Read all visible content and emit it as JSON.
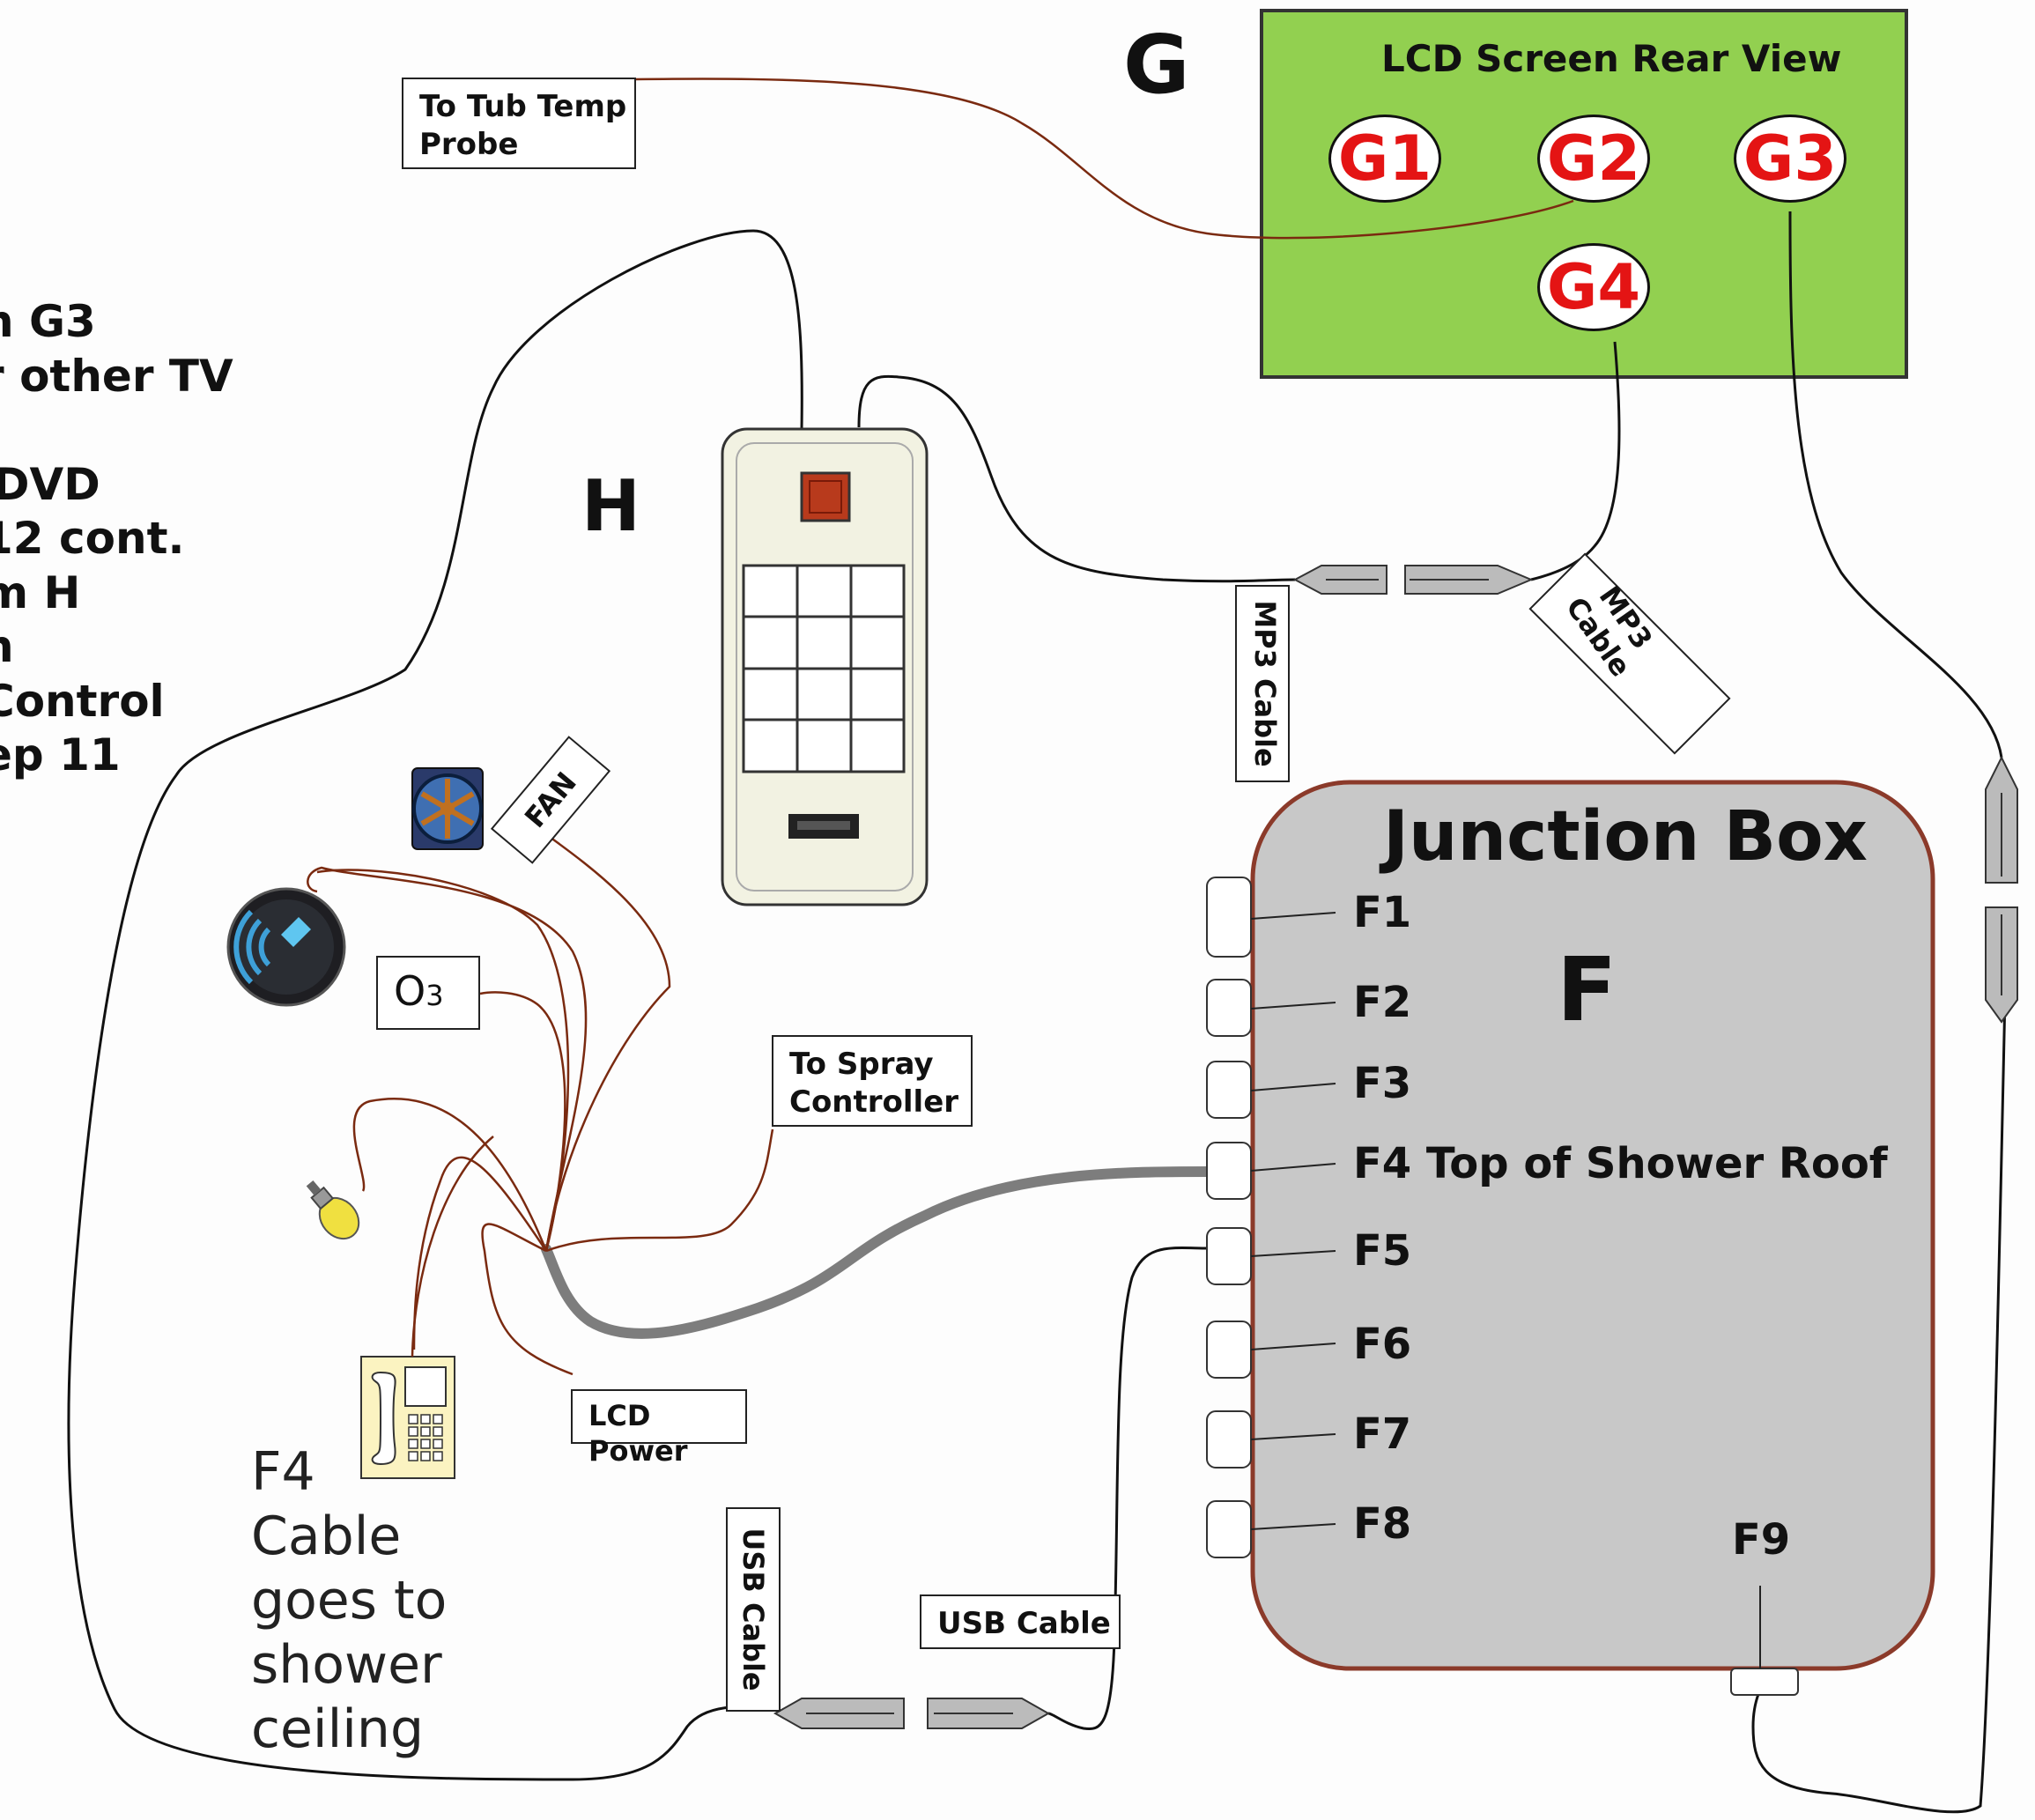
{
  "colors": {
    "lcd_fill": "#92d050",
    "junction_fill": "#c8c8c8",
    "junction_border": "#8b3a2a",
    "port_label_red": "#e41414",
    "wire_brown": "#7a2a10",
    "wire_black": "#111111",
    "cable_gray": "#808080"
  },
  "side_note": {
    "line1": "n G3",
    "line2": "r other TV",
    "line3": "",
    "line4": "DVD",
    "line5": "12 cont.",
    "line6": "m H",
    "line7": "n",
    "line8": "Control",
    "line9": "ep 11"
  },
  "lcd": {
    "section_letter": "G",
    "title": "LCD Screen Rear View",
    "ports": [
      "G1",
      "G2",
      "G3",
      "G4"
    ]
  },
  "controller": {
    "section_letter": "H",
    "keypad_rows": 4,
    "keypad_cols": 3
  },
  "junction": {
    "title": "Junction Box",
    "section_letter": "F",
    "ports": [
      "F1",
      "F2",
      "F3",
      "F4 Top of Shower Roof",
      "F5",
      "F6",
      "F7",
      "F8"
    ],
    "bottom_port": "F9"
  },
  "labels": {
    "tub_temp_line1": "To Tub Temp",
    "tub_temp_line2": "Probe",
    "mp3_cable_vertical": "MP3 Cable",
    "mp3_cable_angled_line1": "MP3",
    "mp3_cable_angled_line2": "Cable",
    "fan": "FAN",
    "ozone": "O",
    "ozone_sub": "3",
    "spray_line1": "To Spray",
    "spray_line2": "Controller",
    "lcd_power_line1": "LCD",
    "lcd_power_line2": "Power",
    "usb_cable_vertical": "USB Cable",
    "usb_cable_horizontal": "USB Cable"
  },
  "f4_note": {
    "line1": "F4",
    "line2": "Cable",
    "line3": "goes to",
    "line4": "shower",
    "line5": "ceiling"
  },
  "icons": [
    "fan-icon",
    "speaker-icon",
    "light-bulb-icon",
    "telephone-icon",
    "connector-icon",
    "keypad-icon"
  ]
}
